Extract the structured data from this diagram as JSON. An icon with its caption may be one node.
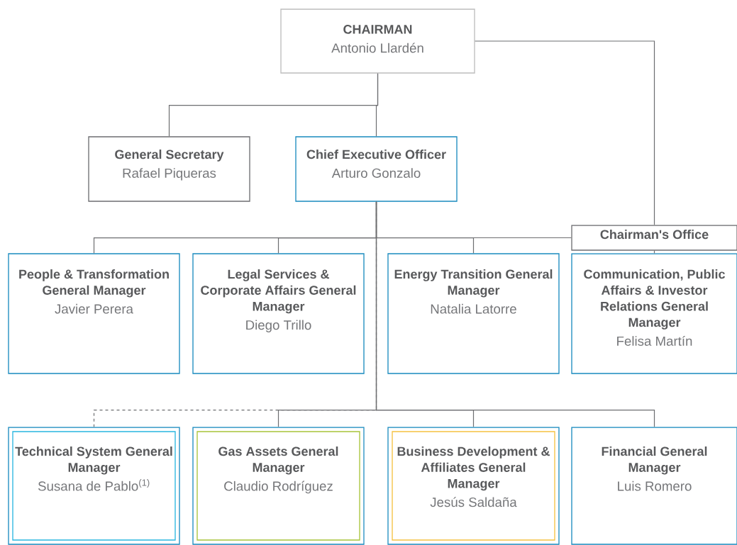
{
  "diagram": {
    "nodes": [
      {
        "text": [
          "CHAIRMAN",
          "Antonio Llardén"
        ]
      },
      {
        "text": [
          "General Secretary",
          "Rafael Piqueras"
        ]
      },
      {
        "text": [
          "Chief Executive Officer",
          "Arturo Gonzalo"
        ]
      },
      {
        "text": [
          "Chairman's Office"
        ]
      },
      {
        "text": [
          "People & Transformation General Manager",
          "Javier Perera"
        ]
      },
      {
        "text": [
          "Legal Services & Corporate Affairs General Manager",
          "Diego Trillo"
        ]
      },
      {
        "text": [
          "Energy Transition General Manager",
          "Natalia Latorre"
        ]
      },
      {
        "text": [
          "Communication, Public Affairs & Investor Relations General Manager",
          "Felisa Martín"
        ]
      },
      {
        "text": [
          "Technical System General Manager",
          "Susana de Pablo$^{(1)}$"
        ]
      },
      {
        "text": [
          "Gas Assets General Manager",
          "Claudio Rodríguez"
        ]
      },
      {
        "text": [
          "Business Development & Affiliates General Manager",
          "Jesús Saldaña"
        ]
      },
      {
        "text": [
          "Financial General Manager",
          "Luis Romero"
        ]
      }
    ],
    "edges": [
      {
        "from": 0,
        "to": 1,
        "arrow": "none"
      },
      {
        "from": 0,
        "to": 2,
        "arrow": "none"
      },
      {
        "from": 0,
        "to": 3,
        "arrow": "none"
      },
      {
        "from": 2,
        "to": 4,
        "arrow": "none"
      },
      {
        "from": 2,
        "to": 5,
        "arrow": "none"
      },
      {
        "from": 2,
        "to": 6,
        "arrow": "none"
      },
      {
        "from": 2,
        "to": 3,
        "arrow": "none"
      },
      {
        "from": 3,
        "to": 7,
        "arrow": "none"
      },
      {
        "from": 2,
        "to": 8,
        "arrow": "none",
        "style": "dashed"
      },
      {
        "from": 2,
        "to": 9,
        "arrow": "none"
      },
      {
        "from": 2,
        "to": 10,
        "arrow": "none"
      },
      {
        "from": 2,
        "to": 11,
        "arrow": "none"
      }
    ]
  }
}
